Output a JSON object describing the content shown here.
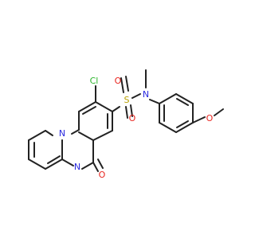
{
  "colors": {
    "bond": "#222222",
    "nitrogen": "#2a2adf",
    "oxygen": "#e8251f",
    "chlorine": "#2bb52b",
    "sulfur": "#b8a000",
    "background": "#ffffff"
  },
  "labels": {
    "chlorine": "Cl",
    "sulfur": "S",
    "sulfonyl_oxygen_left": "O",
    "sulfonyl_oxygen_right": "O",
    "sulfonamide_nitrogen": "N",
    "ring_nitrogen_bridge": "N",
    "ring_nitrogen_imine": "N",
    "carbonyl_oxygen": "O",
    "methoxy_oxygen": "O"
  }
}
